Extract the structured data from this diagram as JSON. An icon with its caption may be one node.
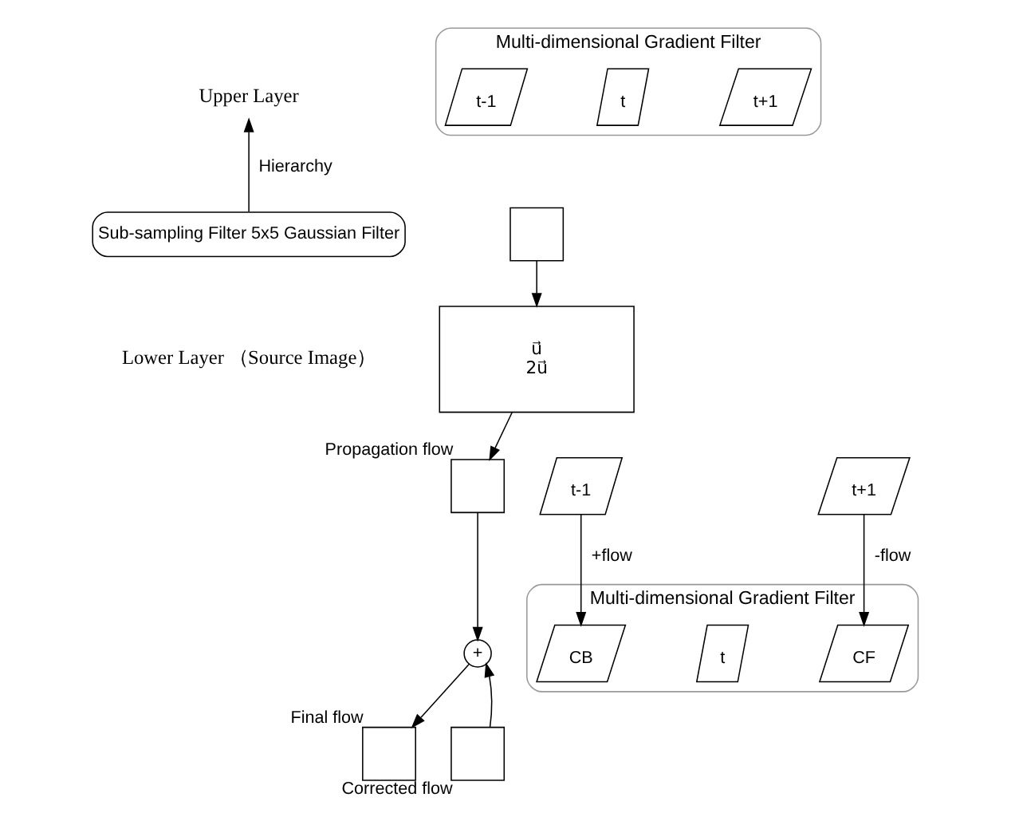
{
  "diagram": {
    "nodes": [
      {
        "text": [
          "Upper Layer"
        ]
      },
      {
        "text": [
          "Sub-sampling Filter 5x5 Gaussian Filter"
        ]
      },
      {
        "text": [
          "Multi-dimensional Gradient Filter"
        ]
      },
      {
        "text": [
          "t-1"
        ],
        "in": 2
      },
      {
        "text": [
          "t"
        ],
        "in": 2
      },
      {
        "text": [
          "t+1"
        ],
        "in": 2
      },
      {
        "text": [],
        "shape": "box"
      },
      {
        "text": [
          "u⃗",
          "2u⃗"
        ]
      },
      {
        "text": [],
        "shape": "box",
        "beside": [
          "Propagation flow"
        ]
      },
      {
        "text": [
          "+"
        ]
      },
      {
        "text": [],
        "shape": "box",
        "beside": [
          "Final flow"
        ]
      },
      {
        "text": [],
        "shape": "box",
        "beside": [
          "Corrected flow"
        ]
      },
      {
        "text": [
          "t-1"
        ]
      },
      {
        "text": [
          "Multi-dimensional Gradient Filter"
        ]
      },
      {
        "text": [
          "CB"
        ],
        "in": 13
      },
      {
        "text": [
          "t"
        ],
        "in": 13
      },
      {
        "text": [
          "CF"
        ],
        "in": 13
      },
      {
        "text": [
          "t+1"
        ]
      }
    ],
    "edges": [
      {
        "from": 1,
        "to": 0,
        "arrow": "to",
        "label": "Hierarchy"
      },
      {
        "from": 6,
        "to": 7,
        "arrow": "to"
      },
      {
        "from": 7,
        "to": 8,
        "arrow": "to"
      },
      {
        "from": 8,
        "to": 9,
        "arrow": "to"
      },
      {
        "from": 9,
        "to": 10,
        "arrow": "to"
      },
      {
        "from": 11,
        "to": 9,
        "arrow": "to"
      },
      {
        "from": 12,
        "to": 14,
        "arrow": "to",
        "label": "+flow"
      },
      {
        "from": 17,
        "to": 16,
        "arrow": "to",
        "label": "-flow"
      }
    ],
    "labels": [
      "Lower Layer （Source Image）"
    ]
  }
}
